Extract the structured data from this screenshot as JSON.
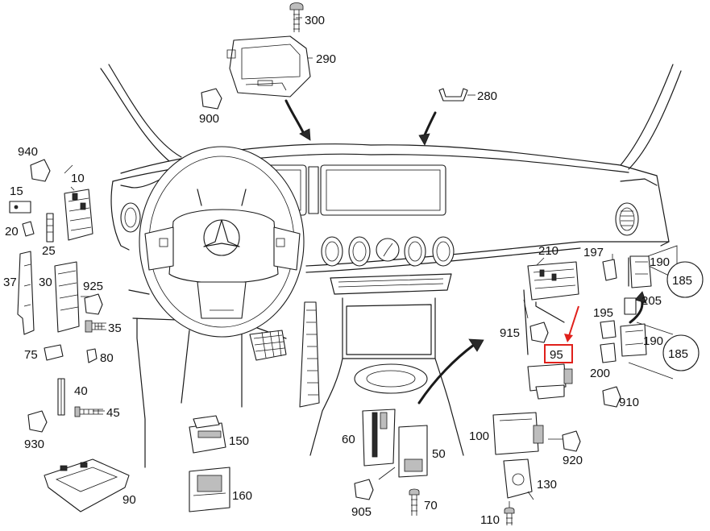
{
  "colors": {
    "highlight": "#e0201b",
    "ink": "#1a1a1a",
    "background": "#ffffff"
  },
  "callouts": {
    "c300": "300",
    "c290": "290",
    "c280": "280",
    "c900": "900",
    "c940": "940",
    "c10": "10",
    "c15": "15",
    "c20": "20",
    "c25": "25",
    "c37": "37",
    "c30": "30",
    "c925": "925",
    "c35": "35",
    "c75": "75",
    "c80": "80",
    "c40": "40",
    "c45": "45",
    "c930": "930",
    "c90": "90",
    "c150": "150",
    "c160": "160",
    "c60": "60",
    "c50": "50",
    "c905": "905",
    "c70": "70",
    "c210": "210",
    "c915": "915",
    "c95": "95",
    "c197": "197",
    "c190a": "190",
    "c185a": "185",
    "c195": "195",
    "c205": "205",
    "c190b": "190",
    "c185b": "185",
    "c200": "200",
    "c910": "910",
    "c100": "100",
    "c920": "920",
    "c130": "130",
    "c110": "110"
  },
  "highlighted_callout": "95"
}
